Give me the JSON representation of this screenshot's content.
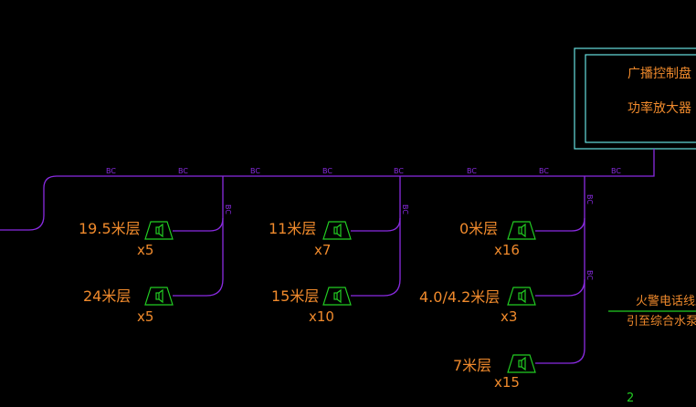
{
  "panel": {
    "line1": "广播控制盘",
    "line2": "功率放大器"
  },
  "bus_tag": "BC",
  "speakers": [
    {
      "floor": "19.5米层",
      "count": "x5"
    },
    {
      "floor": "24米层",
      "count": "x5"
    },
    {
      "floor": "11米层",
      "count": "x7"
    },
    {
      "floor": "15米层",
      "count": "x10"
    },
    {
      "floor": "0米层",
      "count": "x16"
    },
    {
      "floor": "4.0/4.2米层",
      "count": "x3"
    },
    {
      "floor": "7米层",
      "count": "x15"
    }
  ],
  "note": {
    "line1": "火警电话线路",
    "line2": "引至综合水泵房"
  },
  "corner_mark": "2",
  "colors": {
    "wire": "#8a2be2",
    "speaker": "#22cc22",
    "text": "#f08a2c",
    "panel_border": "#66e0e0",
    "note_line": "#22cc22"
  }
}
